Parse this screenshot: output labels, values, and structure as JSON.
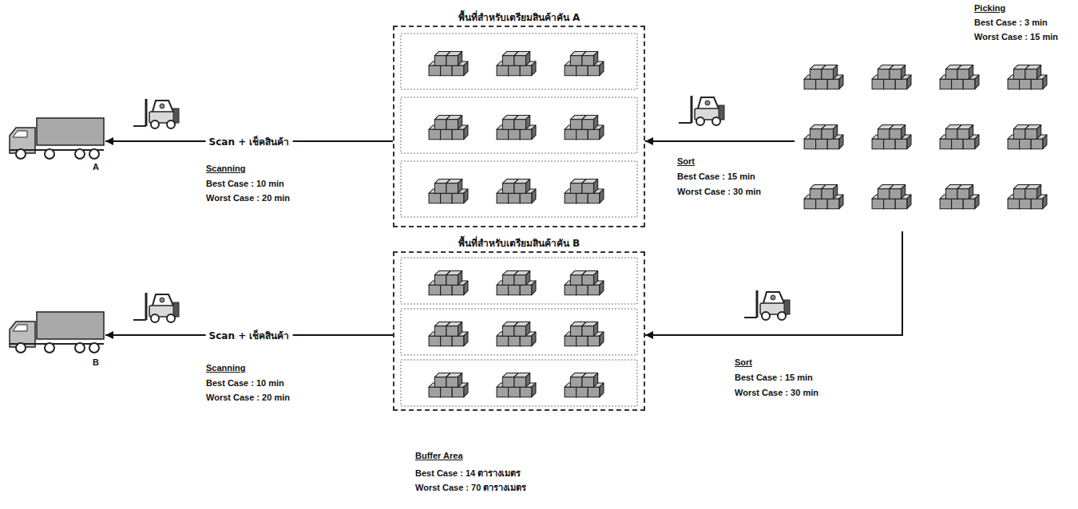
{
  "diagram": {
    "nodes": [
      {
        "text": [
          "A"
        ]
      },
      {
        "text": [
          "พื้นที่สำหรับเตรียมสินค้าคัน A"
        ]
      },
      {
        "text": [
          "Picking",
          "Best Case : 3 min",
          "Worst Case : 15 min"
        ]
      },
      {
        "text": [
          "B"
        ]
      },
      {
        "text": [
          "พื้นที่สำหรับเตรียมสินค้าคัน B"
        ]
      }
    ],
    "edges": [
      {
        "from": 2,
        "to": 1,
        "arrow": "to"
      },
      {
        "from": 1,
        "to": 0,
        "arrow": "to",
        "label": "Scan + เช็คสินค้า"
      },
      {
        "from": 2,
        "to": 4,
        "arrow": "to"
      },
      {
        "from": 4,
        "to": 3,
        "arrow": "to",
        "label": "Scan + เช็คสินค้า"
      }
    ],
    "labels": [
      "Scanning",
      "Best Case : 10 min",
      "Worst Case : 20 min",
      "Sort",
      "Best Case : 15 min",
      "Worst Case : 30 min",
      "Scanning",
      "Best Case : 10 min",
      "Worst Case : 20 min",
      "Sort",
      "Best Case : 15 min",
      "Worst Case : 30 min",
      "Buffer Area",
      "Best Case : 14 ตารางเมตร",
      "Worst Case : 70 ตารางเมตร"
    ]
  }
}
